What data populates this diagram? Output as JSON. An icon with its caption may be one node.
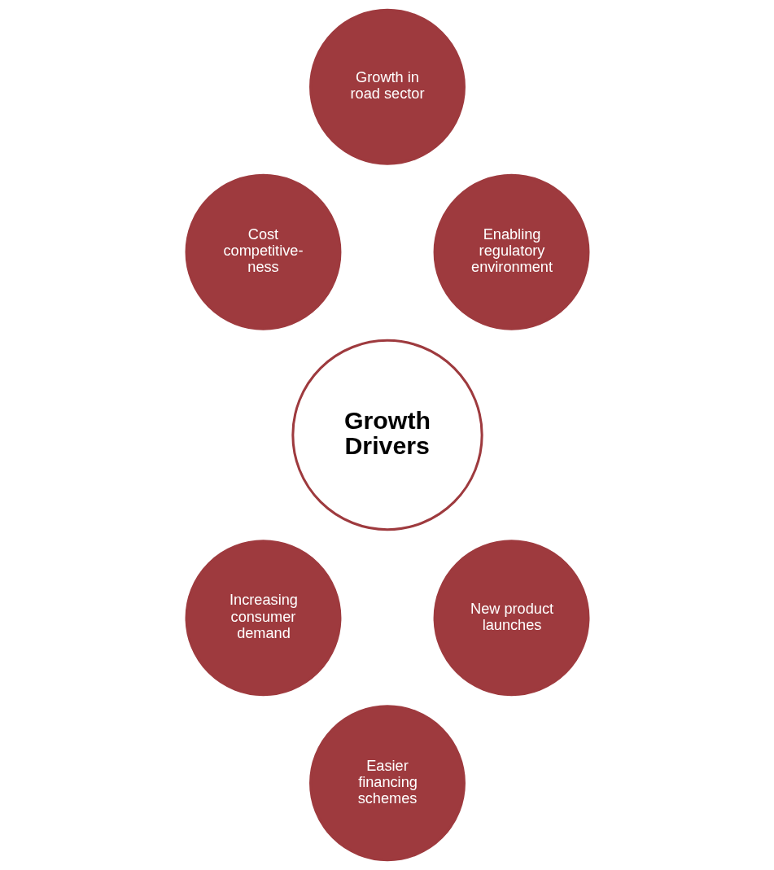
{
  "diagram": {
    "nodes": [
      {
        "text": [
          "Growth in road sector"
        ]
      },
      {
        "text": [
          "Cost competitive- ness"
        ]
      },
      {
        "text": [
          "Enabling regulatory environment"
        ]
      },
      {
        "text": [
          "Growth Drivers"
        ]
      },
      {
        "text": [
          "Increasing consumer demand"
        ]
      },
      {
        "text": [
          "New product launches"
        ]
      },
      {
        "text": [
          "Easier financing schemes"
        ]
      }
    ],
    "edges": []
  }
}
